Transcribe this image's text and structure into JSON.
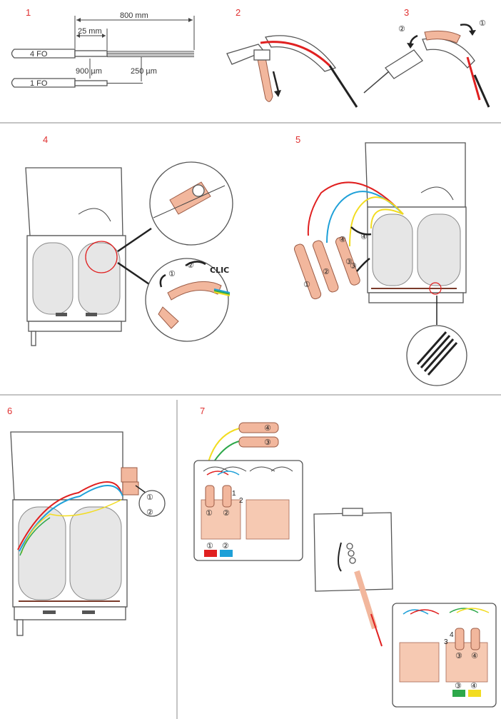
{
  "steps": {
    "s1": "1",
    "s2": "2",
    "s3": "3",
    "s4": "4",
    "s5": "5",
    "s6": "6",
    "s7": "7"
  },
  "step1": {
    "dim_800": "800 mm",
    "dim_25": "25 mm",
    "dim_900": "900 µm",
    "dim_250": "250 µm",
    "cable_4fo": "4 FO",
    "cable_1fo": "1 FO"
  },
  "step2": {},
  "step3": {
    "mark1": "①",
    "mark2": "②"
  },
  "step4": {
    "mark1": "①",
    "mark2": "②",
    "clic": "CLIC"
  },
  "step5": {
    "mark1": "①",
    "mark2": "②",
    "mark3": "③",
    "mark4": "④",
    "arrow3": "③",
    "arrow4": "④"
  },
  "step6": {
    "mark1": "①",
    "mark2": "②"
  },
  "step7": {
    "conn3": "③",
    "conn4": "④",
    "adapt1": "①",
    "adapt2": "②",
    "port1": "1",
    "port2": "2",
    "label1": "①",
    "label2": "②",
    "lower_adapt3": "③",
    "lower_adapt4": "④",
    "lower_port3": "3",
    "lower_port4": "4",
    "lower_label3": "③",
    "lower_label4": "④"
  },
  "colors": {
    "accent_red": "#e03030",
    "fiber_red": "#e02020",
    "fiber_blue": "#1ea0d8",
    "fiber_yellow": "#f2dc20",
    "fiber_green": "#2da84a",
    "connector_pink": "#f2b79d"
  }
}
